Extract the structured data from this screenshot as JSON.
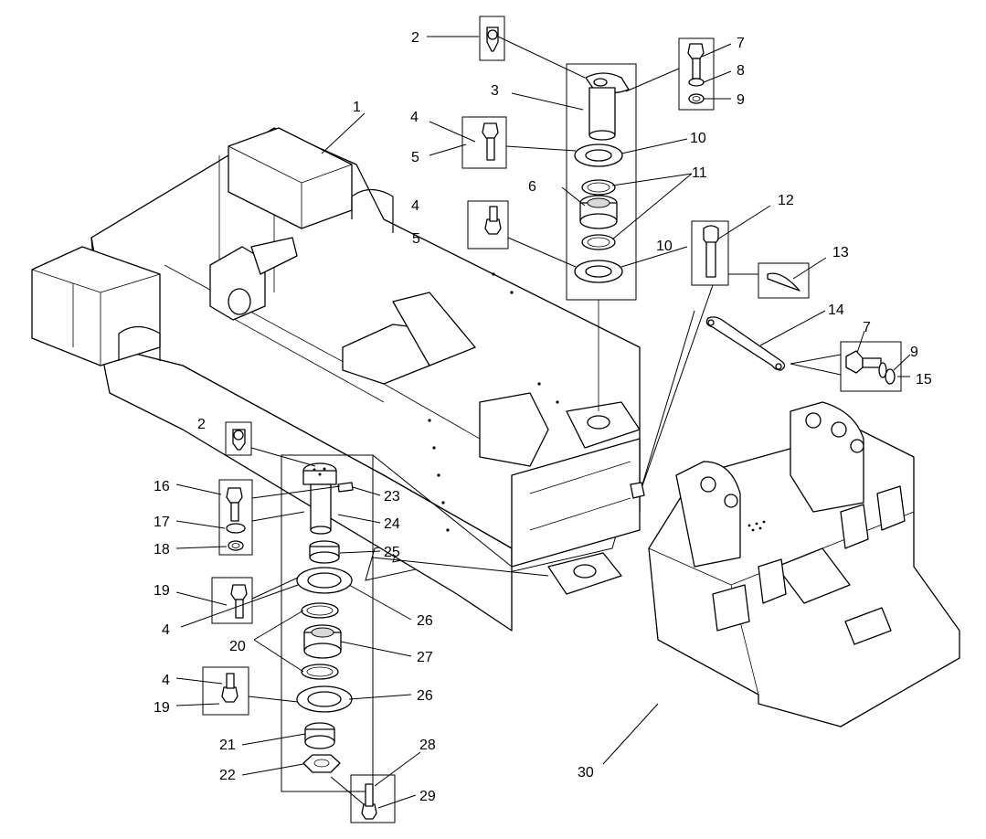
{
  "diagram": {
    "callouts": [
      {
        "id": "c1",
        "label": "1"
      },
      {
        "id": "c2a",
        "label": "2"
      },
      {
        "id": "c2b",
        "label": "2"
      },
      {
        "id": "c3",
        "label": "3"
      },
      {
        "id": "c4a",
        "label": "4"
      },
      {
        "id": "c4b",
        "label": "4"
      },
      {
        "id": "c4c",
        "label": "4"
      },
      {
        "id": "c4d",
        "label": "4"
      },
      {
        "id": "c5a",
        "label": "5"
      },
      {
        "id": "c5b",
        "label": "5"
      },
      {
        "id": "c6",
        "label": "6"
      },
      {
        "id": "c7a",
        "label": "7"
      },
      {
        "id": "c7b",
        "label": "7"
      },
      {
        "id": "c8",
        "label": "8"
      },
      {
        "id": "c9a",
        "label": "9"
      },
      {
        "id": "c9b",
        "label": "9"
      },
      {
        "id": "c10a",
        "label": "10"
      },
      {
        "id": "c10b",
        "label": "10"
      },
      {
        "id": "c11",
        "label": "11"
      },
      {
        "id": "c12",
        "label": "12"
      },
      {
        "id": "c13",
        "label": "13"
      },
      {
        "id": "c14",
        "label": "14"
      },
      {
        "id": "c15",
        "label": "15"
      },
      {
        "id": "c16",
        "label": "16"
      },
      {
        "id": "c17",
        "label": "17"
      },
      {
        "id": "c18",
        "label": "18"
      },
      {
        "id": "c19a",
        "label": "19"
      },
      {
        "id": "c19b",
        "label": "19"
      },
      {
        "id": "c20",
        "label": "20"
      },
      {
        "id": "c21",
        "label": "21"
      },
      {
        "id": "c22",
        "label": "22"
      },
      {
        "id": "c23",
        "label": "23"
      },
      {
        "id": "c24",
        "label": "24"
      },
      {
        "id": "c25",
        "label": "25"
      },
      {
        "id": "c26a",
        "label": "26"
      },
      {
        "id": "c26b",
        "label": "26"
      },
      {
        "id": "c27",
        "label": "27"
      },
      {
        "id": "c28",
        "label": "28"
      },
      {
        "id": "c29",
        "label": "29"
      },
      {
        "id": "c30",
        "label": "30"
      }
    ]
  }
}
